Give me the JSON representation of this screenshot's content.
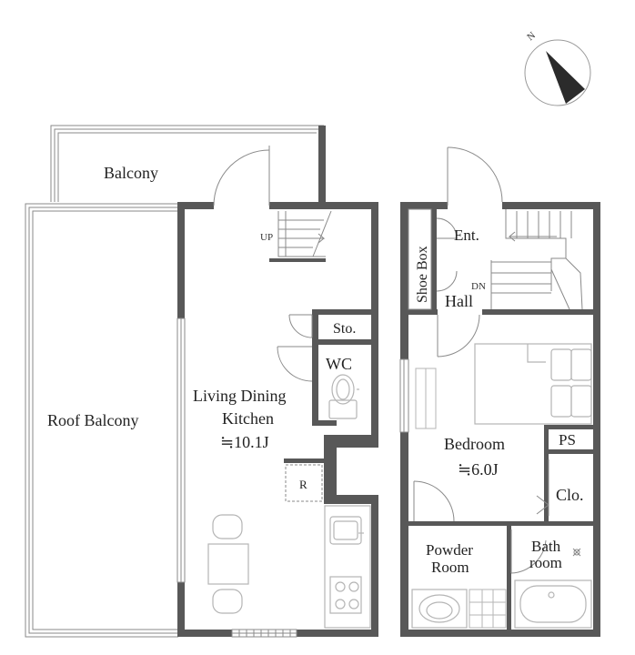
{
  "compass": {
    "label": "N",
    "icon": "north-arrow-icon"
  },
  "rooms": {
    "balcony": "Balcony",
    "roof_balcony": "Roof Balcony",
    "ldk_line1": "Living Dining",
    "ldk_line2": "Kitchen",
    "ldk_area": "≒10.1J",
    "storage": "Sto.",
    "wc": "WC",
    "fridge": "R",
    "shoe_box": "Shoe Box",
    "entrance": "Ent.",
    "hall": "Hall",
    "bedroom": "Bedroom",
    "bedroom_area": "≒6.0J",
    "ps": "PS",
    "closet": "Clo.",
    "powder_line1": "Powder",
    "powder_line2": "Room",
    "bath_line1": "Bath",
    "bath_line2": "room"
  },
  "stairs": {
    "up": "UP",
    "down": "DN"
  },
  "colors": {
    "wall": "#585858",
    "line": "#8a8a8a",
    "fixture": "#b5b5b5"
  }
}
